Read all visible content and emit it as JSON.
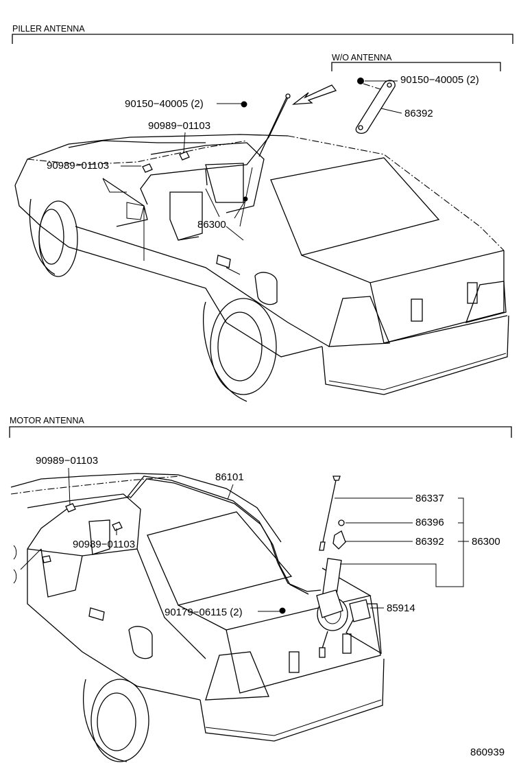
{
  "sections": {
    "pillar": {
      "title": "PILLER ANTENNA",
      "sub_title": "W/O ANTENNA"
    },
    "motor": {
      "title": "MOTOR ANTENNA"
    }
  },
  "labels": {
    "p_90150_40005_top": "90150−40005 (2)",
    "p_86392_top": "86392",
    "p_90150_40005_left": "90150−40005 (2)",
    "p_90989_01103_a": "90989−01103",
    "p_90989_01103_b": "90989−01103",
    "p_86300_top": "86300",
    "m_90989_01103_a": "90989−01103",
    "m_86101": "86101",
    "m_86337": "86337",
    "m_86396": "86396",
    "m_86392": "86392",
    "m_86300": "86300",
    "m_90989_01103_b": "90989−01103",
    "m_90179_06115": "90179−06115 (2)",
    "m_85914": "85914"
  },
  "figure_code": "860939"
}
